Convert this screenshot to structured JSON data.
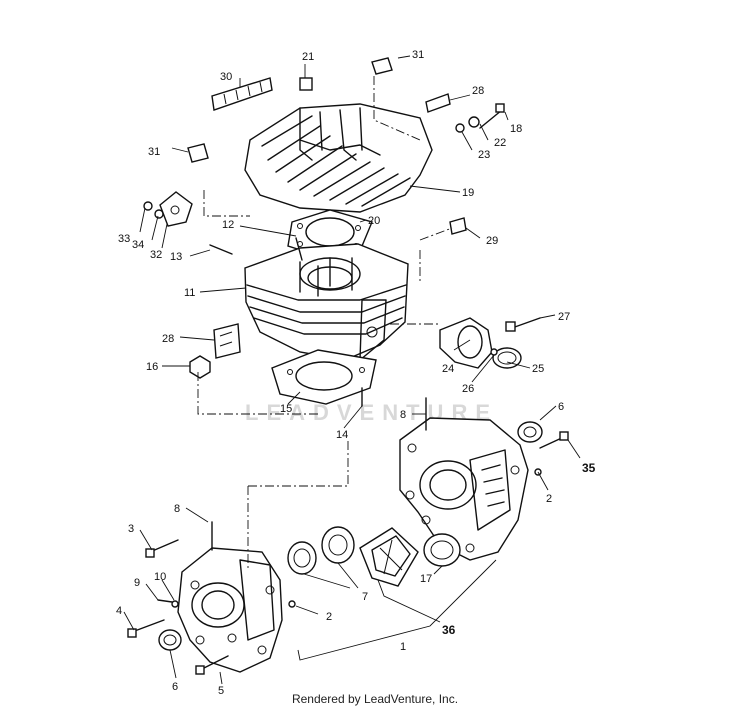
{
  "diagram": {
    "callouts": [
      "21",
      "31",
      "30",
      "28",
      "18",
      "22",
      "23",
      "31",
      "19",
      "20",
      "33",
      "34",
      "32",
      "13",
      "12",
      "29",
      "11",
      "27",
      "28",
      "24",
      "25",
      "26",
      "16",
      "8",
      "6",
      "15",
      "14",
      "35",
      "2",
      "3",
      "8",
      "7",
      "9",
      "10",
      "4",
      "2",
      "36",
      "17",
      "1",
      "6",
      "5"
    ],
    "watermark": "LEADVENTURE"
  },
  "footer": {
    "credit": "Rendered by LeadVenture, Inc."
  }
}
